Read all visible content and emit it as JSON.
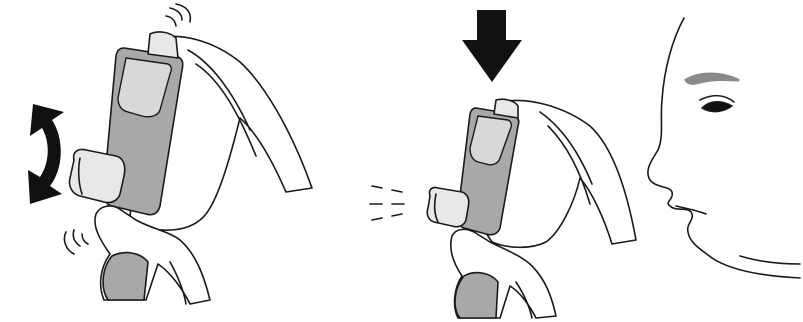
{
  "illustration": {
    "panels": [
      {
        "step": "shake",
        "arrow": "double-headed-curved-arrow",
        "motion": "shake-motion-lines"
      },
      {
        "step": "press-and-spray",
        "arrow": "down-arrow",
        "motion": "spray-lines"
      }
    ],
    "colors": {
      "outline": "#1a1a1a",
      "canister": "#a8a8a8",
      "canister_highlight": "#d8d8d8",
      "arrow": "#111111",
      "skin": "#ffffff",
      "eyebrow": "#8a8a8a"
    }
  }
}
